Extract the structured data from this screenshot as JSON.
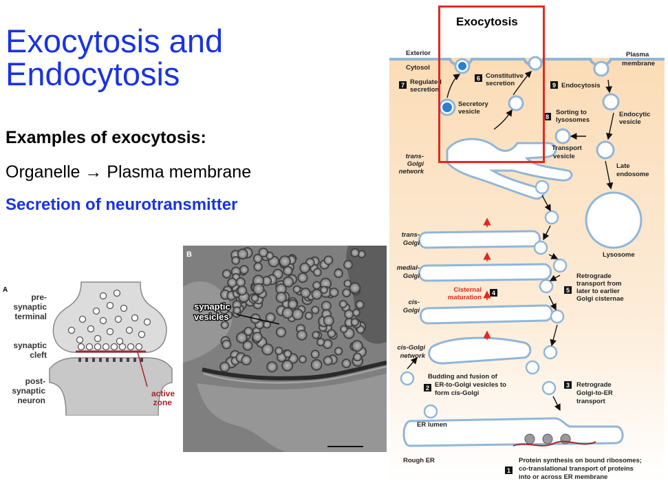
{
  "slide": {
    "title": "Exocytosis and\nEndocytosis",
    "examples_heading": "Examples of exocytosis:",
    "example1": "Organelle → Plasma membrane",
    "example2": "Secretion of neurotransmitter"
  },
  "synapse_figure": {
    "panel": "A",
    "presynaptic": [
      "pre-",
      "synaptic",
      "terminal"
    ],
    "cleft": [
      "synaptic",
      "cleft"
    ],
    "postsynaptic": [
      "post-",
      "synaptic",
      "neuron"
    ],
    "active_zone": [
      "active",
      "zone"
    ],
    "accent": "#a8232a"
  },
  "micrograph": {
    "panel": "B",
    "label": [
      "synaptic",
      "vesicles"
    ]
  },
  "pathway_diagram": {
    "highlight_label": "Exocytosis",
    "highlight_color": "#e2281e",
    "exterior": "Exterior",
    "cytosol": "Cytosol",
    "plasma_membrane": [
      "Plasma",
      "membrane"
    ],
    "regulated_secretion": [
      "Regulated",
      "secretion"
    ],
    "constitutive_secretion": [
      "Constitutive",
      "secretion"
    ],
    "secretory_vesicle": [
      "Secretory",
      "vesicle"
    ],
    "endocytosis": "Endocytosis",
    "sorting": [
      "Sorting to",
      "lysosomes"
    ],
    "endocytic_vesicle": [
      "Endocytic",
      "vesicle"
    ],
    "transport_vesicle": [
      "Transport",
      "vesicle"
    ],
    "late_endosome": [
      "Late",
      "endosome"
    ],
    "trans_golgi_network": [
      "trans-",
      "Golgi",
      "network"
    ],
    "trans_golgi": [
      "trans-",
      "Golgi"
    ],
    "medial_golgi": [
      "medial-",
      "Golgi"
    ],
    "cis_golgi": [
      "cis-",
      "Golgi"
    ],
    "cis_golgi_network": [
      "cis-Golgi",
      "network"
    ],
    "lysosome": "Lysosome",
    "cisternal_maturation": [
      "Cisternal",
      "maturation"
    ],
    "retrograde_later": [
      "Retrograde",
      "transport from",
      "later to earlier",
      "Golgi cisternae"
    ],
    "budding": [
      "Budding and fusion of",
      "ER-to-Golgi vesicles to",
      "form cis-Golgi"
    ],
    "retrograde_er": [
      "Retrograde",
      "Golgi-to-ER",
      "transport"
    ],
    "er_lumen": "ER lumen",
    "rough_er": "Rough ER",
    "protein_synthesis": [
      "Protein synthesis on bound ribosomes;",
      "co-translational transport of proteins",
      "into or across ER membrane"
    ],
    "steps": [
      "1",
      "2",
      "3",
      "4",
      "5",
      "6",
      "7",
      "8",
      "9"
    ],
    "colors": {
      "cytosol_bg": "#fbdcb6",
      "membrane": "#8fb6d8",
      "cargo": "#3a8fd0",
      "arrow_red": "#e2281e"
    }
  }
}
